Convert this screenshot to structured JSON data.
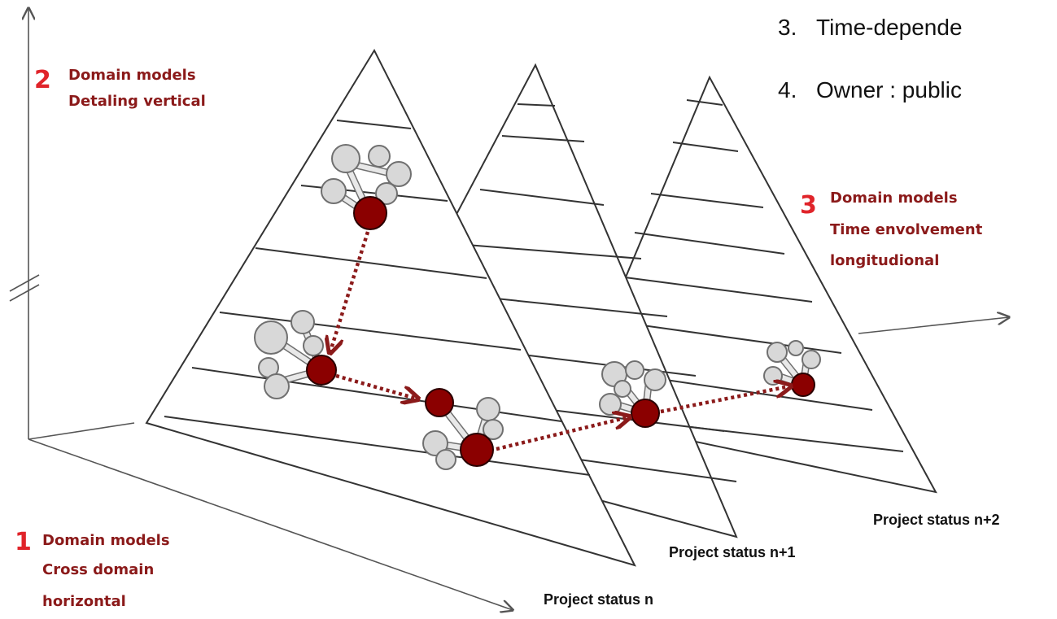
{
  "list_items": [
    {
      "number": "3.",
      "text": "Time-depende"
    },
    {
      "number": "4.",
      "text": "Owner : public"
    }
  ],
  "labels": {
    "horizontal": {
      "number": "1",
      "line1": "Domain models",
      "line2": "Cross domain",
      "line3": "horizontal"
    },
    "vertical": {
      "number": "2",
      "line1": "Domain models",
      "line2": "Detaling vertical"
    },
    "longitudinal": {
      "number": "3",
      "line1": "Domain models",
      "line2": "Time envolvement",
      "line3": "longitudional"
    }
  },
  "project_status": {
    "n": "Project status n",
    "n1": "Project status n+1",
    "n2": "Project status n+2"
  },
  "colors": {
    "accent_number": "#e0242a",
    "label_text": "#8b1a1a",
    "molecule_red": "#8b0000",
    "molecule_grey": "#d8d8d8"
  }
}
